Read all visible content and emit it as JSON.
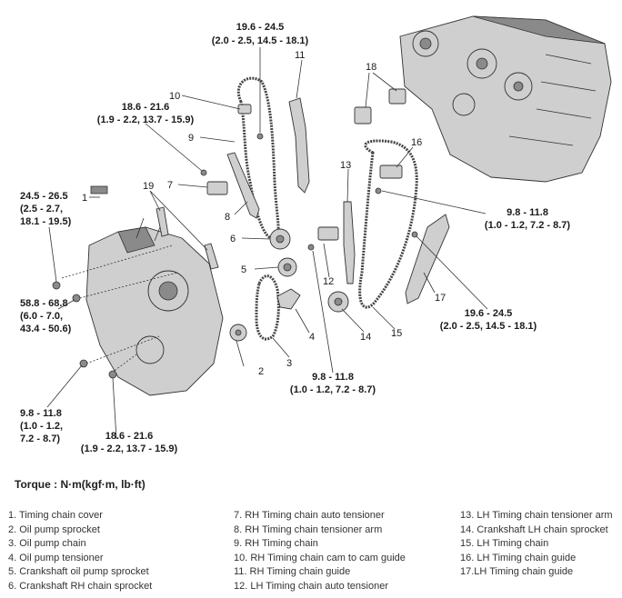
{
  "torque_heading": "Torque : N·m(kgf·m, lb·ft)",
  "callouts": {
    "t1": [
      "19.6 - 24.5",
      "(2.0 - 2.5, 14.5 - 18.1)"
    ],
    "t2": [
      "18.6 - 21.6",
      "(1.9 - 2.2, 13.7 - 15.9)"
    ],
    "t3": [
      "24.5 - 26.5",
      "(2.5 - 2.7,",
      "18.1 - 19.5)"
    ],
    "t4": [
      "58.8 - 68.8",
      "(6.0 - 7.0,",
      "43.4 - 50.6)"
    ],
    "t5": [
      "9.8 - 11.8",
      "(1.0 - 1.2,",
      "7.2 - 8.7)"
    ],
    "t6": [
      "18.6 - 21.6",
      "(1.9 - 2.2, 13.7 - 15.9)"
    ],
    "t7": [
      "9.8 - 11.8",
      "(1.0 - 1.2, 7.2 - 8.7)"
    ],
    "t8": [
      "9.8 - 11.8",
      "(1.0 - 1.2, 7.2 - 8.7)"
    ],
    "t9": [
      "19.6 - 24.5",
      "(2.0 - 2.5, 14.5 - 18.1)"
    ]
  },
  "part_numbers": [
    "1",
    "2",
    "3",
    "4",
    "5",
    "6",
    "7",
    "8",
    "9",
    "10",
    "11",
    "12",
    "13",
    "14",
    "15",
    "16",
    "17",
    "18",
    "19"
  ],
  "legend": {
    "col1": [
      "1. Timing chain cover",
      "2. Oil pump sprocket",
      "3. Oil pump chain",
      "4. Oil pump tensioner",
      "5. Crankshaft oil pump sprocket",
      "6. Crankshaft RH chain sprocket"
    ],
    "col2": [
      "7. RH Timing chain auto tensioner",
      "8. RH Timing chain tensioner arm",
      "9. RH Timing chain",
      "10. RH Timing chain cam to cam guide",
      "11. RH Timing chain guide",
      "12. LH Timing chain auto tensioner"
    ],
    "col3": [
      "13. LH Timing chain tensioner arm",
      "14. Crankshaft LH chain sprocket",
      "15. LH Timing chain",
      "16. LH Timing chain guide",
      "17.LH Timing chain guide"
    ]
  }
}
